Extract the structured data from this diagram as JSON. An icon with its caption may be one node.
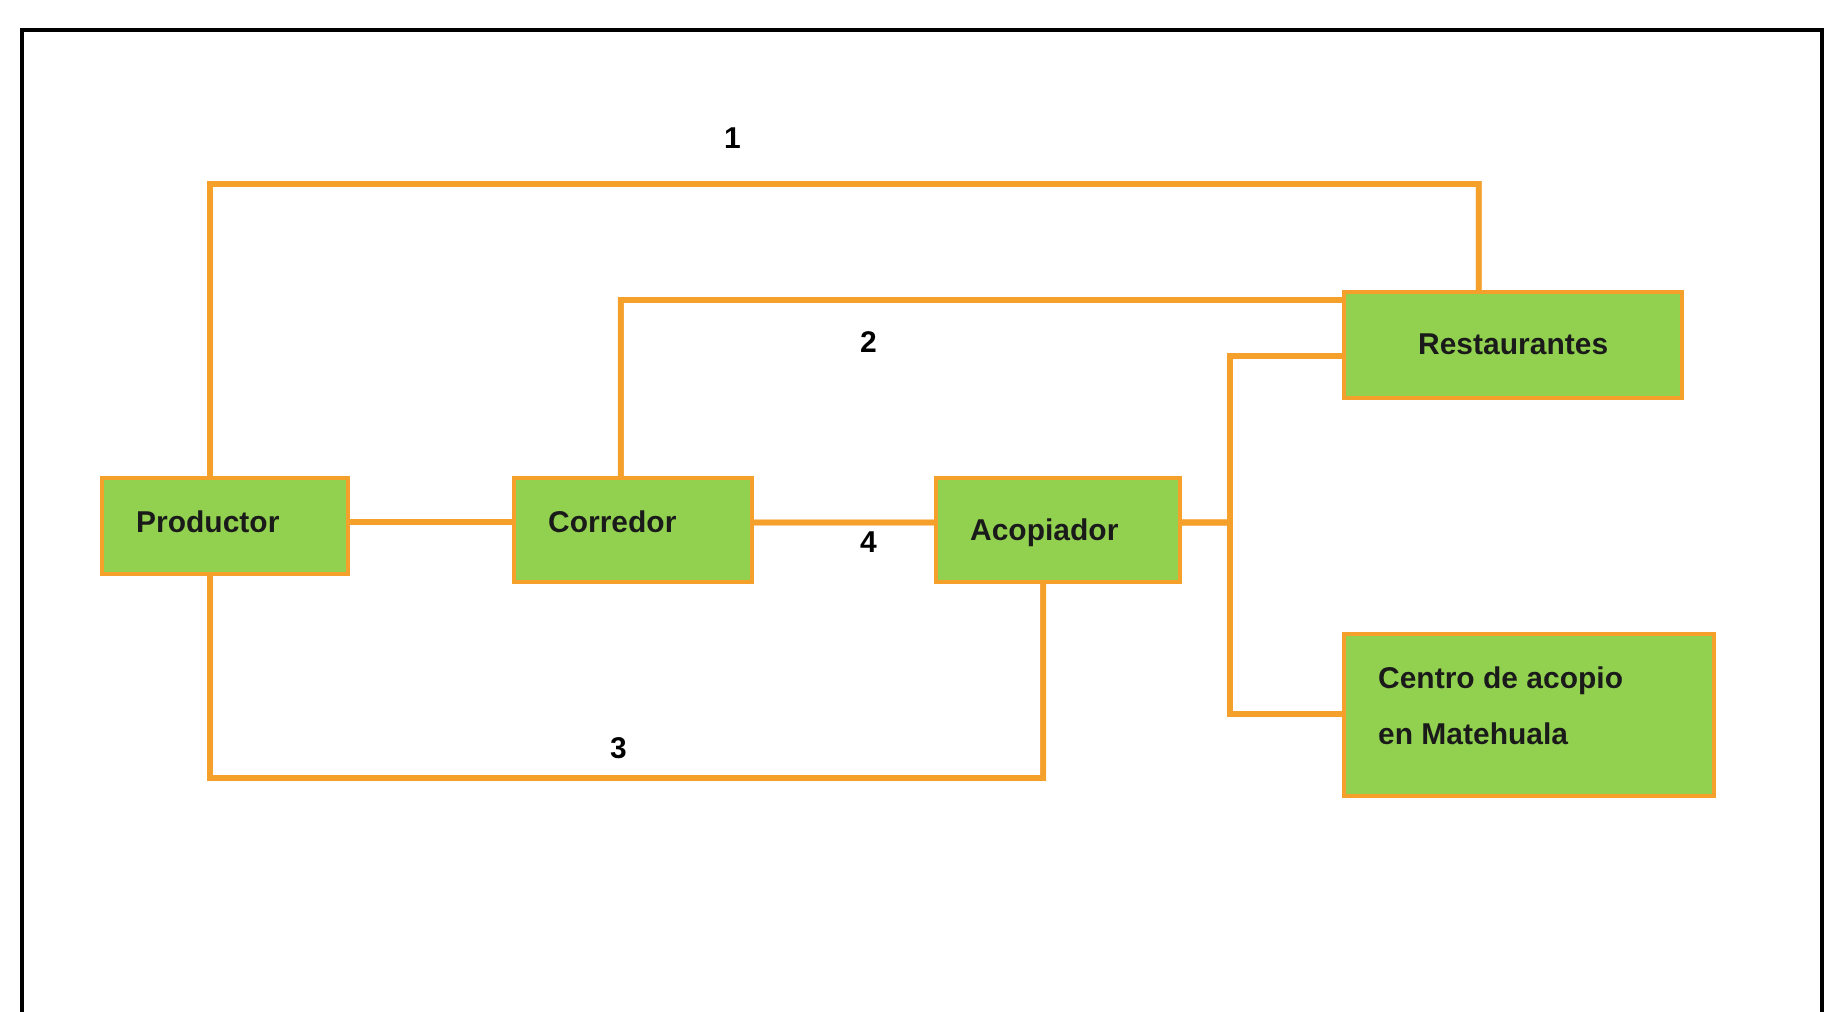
{
  "diagram": {
    "nodes": [
      {
        "text": [
          "Productor"
        ]
      },
      {
        "text": [
          "Corredor"
        ]
      },
      {
        "text": [
          "Acopiador"
        ]
      },
      {
        "text": [
          "Restaurantes"
        ]
      },
      {
        "text": [
          "Centro de acopio en Matehuala"
        ]
      }
    ],
    "edges": [
      {
        "from": 0,
        "to": 3,
        "arrow": "none",
        "label": "1"
      },
      {
        "from": 1,
        "to": 3,
        "arrow": "none",
        "label": "2"
      },
      {
        "from": 0,
        "to": 2,
        "arrow": "none",
        "label": "3"
      },
      {
        "from": 0,
        "to": 1,
        "arrow": "none"
      },
      {
        "from": 1,
        "to": 2,
        "arrow": "none",
        "label": "4"
      },
      {
        "from": 2,
        "to": 3,
        "arrow": "none"
      },
      {
        "from": 2,
        "to": 4,
        "arrow": "none"
      }
    ]
  }
}
